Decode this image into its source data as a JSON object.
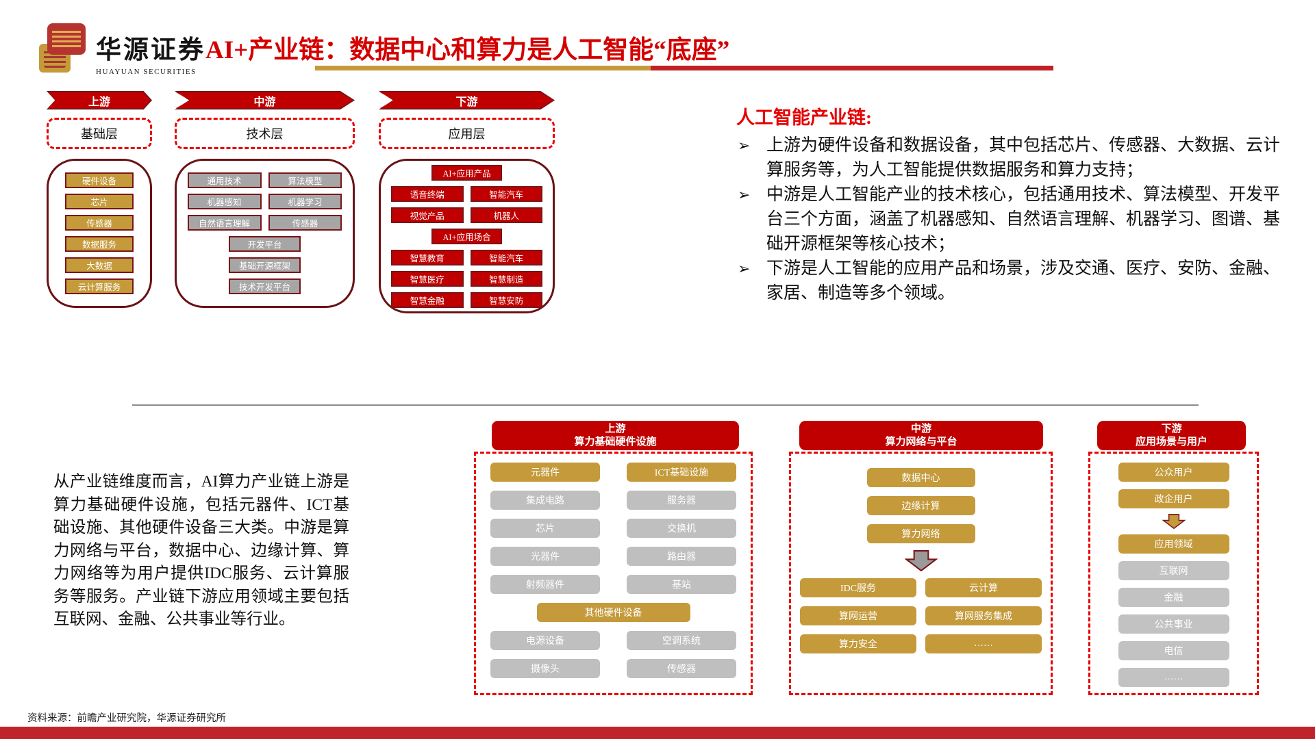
{
  "header": {
    "logo_title": "华源证券",
    "logo_subtitle": "HUAYUAN SECURITIES",
    "title": "AI+产业链：数据中心和算力是人工智能“底座”"
  },
  "top_chain": {
    "columns": [
      {
        "arrow_label": "上游",
        "layer_label": "基础层",
        "box_style": "gold",
        "rows": [
          [
            "硬件设备"
          ],
          [
            "芯片"
          ],
          [
            "传感器"
          ],
          [
            "数据服务"
          ],
          [
            "大数据"
          ],
          [
            "云计算服务"
          ]
        ]
      },
      {
        "arrow_label": "中游",
        "layer_label": "技术层",
        "box_style": "gray",
        "rows": [
          [
            "通用技术",
            "算法模型"
          ],
          [
            "机器感知",
            "机器学习"
          ],
          [
            "自然语言理解",
            "传感器"
          ],
          [
            "开发平台"
          ],
          [
            "基础开源框架"
          ],
          [
            "技术开发平台"
          ]
        ]
      },
      {
        "arrow_label": "下游",
        "layer_label": "应用层",
        "box_style": "red",
        "rows": [
          [
            "AI+应用产品"
          ],
          [
            "语音终端",
            "智能汽车"
          ],
          [
            "视觉产品",
            "机器人"
          ],
          [
            "AI+应用场合"
          ],
          [
            "智慧教育",
            "智能汽车"
          ],
          [
            "智慧医疗",
            "智慧制造"
          ],
          [
            "智慧金融",
            "智慧安防"
          ]
        ]
      }
    ]
  },
  "right_panel": {
    "heading": "人工智能产业链:",
    "bullet_glyph": "➢",
    "bullets": [
      "上游为硬件设备和数据设备，其中包括芯片、传感器、大数据、云计算服务等，为人工智能提供数据服务和算力支持；",
      "中游是人工智能产业的技术核心，包括通用技术、算法模型、开发平台三个方面，涵盖了机器感知、自然语言理解、机器学习、图谱、基础开源框架等核心技术；",
      "下游是人工智能的应用产品和场景，涉及交通、医疗、安防、金融、家居、制造等多个领域。"
    ]
  },
  "left_paragraph": "从产业链维度而言，AI算力产业链上游是算力基础硬件设施，包括元器件、ICT基础设施、其他硬件设备三大类。中游是算力网络与平台，数据中心、边缘计算、算力网络等为用户提供IDC服务、云计算服务等服务。产业链下游应用领域主要包括互联网、金融、公共事业等行业。",
  "bottom_chain": {
    "columns": [
      {
        "title_line1": "上游",
        "title_line2": "算力基础硬件设施",
        "rows": [
          {
            "type": "pair",
            "items": [
              {
                "label": "元器件",
                "style": "gold"
              },
              {
                "label": "ICT基础设施",
                "style": "gold"
              }
            ]
          },
          {
            "type": "pair",
            "items": [
              {
                "label": "集成电路",
                "style": "gray"
              },
              {
                "label": "服务器",
                "style": "gray"
              }
            ]
          },
          {
            "type": "pair",
            "items": [
              {
                "label": "芯片",
                "style": "gray"
              },
              {
                "label": "交换机",
                "style": "gray"
              }
            ]
          },
          {
            "type": "pair",
            "items": [
              {
                "label": "光器件",
                "style": "gray"
              },
              {
                "label": "路由器",
                "style": "gray"
              }
            ]
          },
          {
            "type": "pair",
            "items": [
              {
                "label": "射频器件",
                "style": "gray"
              },
              {
                "label": "基站",
                "style": "gray"
              }
            ]
          },
          {
            "type": "single",
            "items": [
              {
                "label": "其他硬件设备",
                "style": "gold",
                "wide": true
              }
            ]
          },
          {
            "type": "pair",
            "items": [
              {
                "label": "电源设备",
                "style": "gray"
              },
              {
                "label": "空调系统",
                "style": "gray"
              }
            ]
          },
          {
            "type": "pair",
            "items": [
              {
                "label": "摄像头",
                "style": "gray"
              },
              {
                "label": "传感器",
                "style": "gray"
              }
            ]
          }
        ]
      },
      {
        "title_line1": "中游",
        "title_line2": "算力网络与平台",
        "rows": [
          {
            "type": "single",
            "items": [
              {
                "label": "数据中心",
                "style": "gold"
              }
            ]
          },
          {
            "type": "single",
            "items": [
              {
                "label": "边缘计算",
                "style": "gold"
              }
            ]
          },
          {
            "type": "single",
            "items": [
              {
                "label": "算力网络",
                "style": "gold"
              }
            ]
          },
          {
            "type": "arrow",
            "style": "gray",
            "size": "large"
          },
          {
            "type": "pair",
            "items": [
              {
                "label": "IDC服务",
                "style": "gold"
              },
              {
                "label": "云计算",
                "style": "gold"
              }
            ]
          },
          {
            "type": "pair",
            "items": [
              {
                "label": "算网运营",
                "style": "gold"
              },
              {
                "label": "算网服务集成",
                "style": "gold"
              }
            ]
          },
          {
            "type": "pair",
            "items": [
              {
                "label": "算力安全",
                "style": "gold"
              },
              {
                "label": "……",
                "style": "gold"
              }
            ]
          }
        ]
      },
      {
        "title_line1": "下游",
        "title_line2": "应用场景与用户",
        "rows": [
          {
            "type": "single",
            "items": [
              {
                "label": "公众用户",
                "style": "gold"
              }
            ]
          },
          {
            "type": "single",
            "items": [
              {
                "label": "政企用户",
                "style": "gold"
              }
            ]
          },
          {
            "type": "arrow",
            "style": "gold",
            "size": "small"
          },
          {
            "type": "single",
            "items": [
              {
                "label": "应用领域",
                "style": "gold"
              }
            ]
          },
          {
            "type": "single",
            "items": [
              {
                "label": "互联网",
                "style": "lgray"
              }
            ]
          },
          {
            "type": "single",
            "items": [
              {
                "label": "金融",
                "style": "lgray"
              }
            ]
          },
          {
            "type": "single",
            "items": [
              {
                "label": "公共事业",
                "style": "lgray"
              }
            ]
          },
          {
            "type": "single",
            "items": [
              {
                "label": "电信",
                "style": "lgray"
              }
            ]
          },
          {
            "type": "single",
            "items": [
              {
                "label": "……",
                "style": "lgray"
              }
            ]
          }
        ]
      }
    ]
  },
  "footer": {
    "source": "资料来源：前瞻产业研究院，华源证券研究所"
  },
  "colors": {
    "red": "#C00000",
    "dark_red": "#7A1418",
    "gold": "#C49A3B",
    "gray": "#A6A6A6",
    "light_gray": "#BFBFBF",
    "dash_red": "#E80000",
    "title_red": "#D40000",
    "bottom_bar": "#C0242B"
  }
}
